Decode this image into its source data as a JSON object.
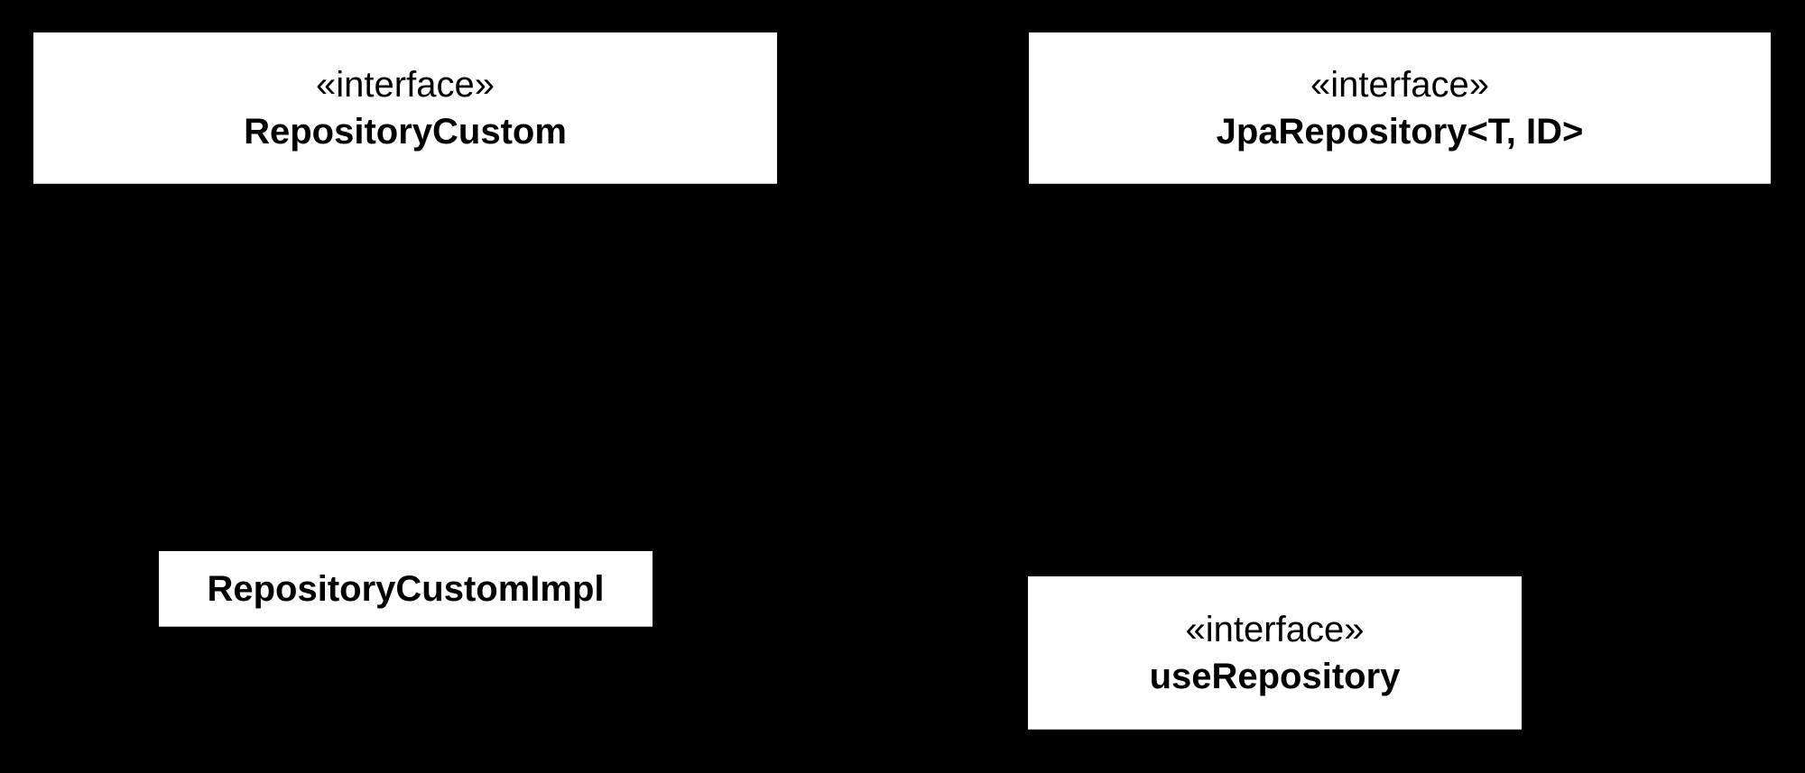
{
  "diagram": {
    "type": "uml-class-diagram",
    "background_color": "#000000",
    "node_fill_color": "#ffffff",
    "node_text_color": "#000000",
    "nodes": [
      {
        "id": "repository-custom",
        "stereotype": "«interface»",
        "name": "RepositoryCustom"
      },
      {
        "id": "jpa-repository",
        "stereotype": "«interface»",
        "name": "JpaRepository<T, ID>"
      },
      {
        "id": "repository-custom-impl",
        "stereotype": "",
        "name": "RepositoryCustomImpl"
      },
      {
        "id": "use-repository",
        "stereotype": "«interface»",
        "name": "useRepository"
      }
    ]
  }
}
